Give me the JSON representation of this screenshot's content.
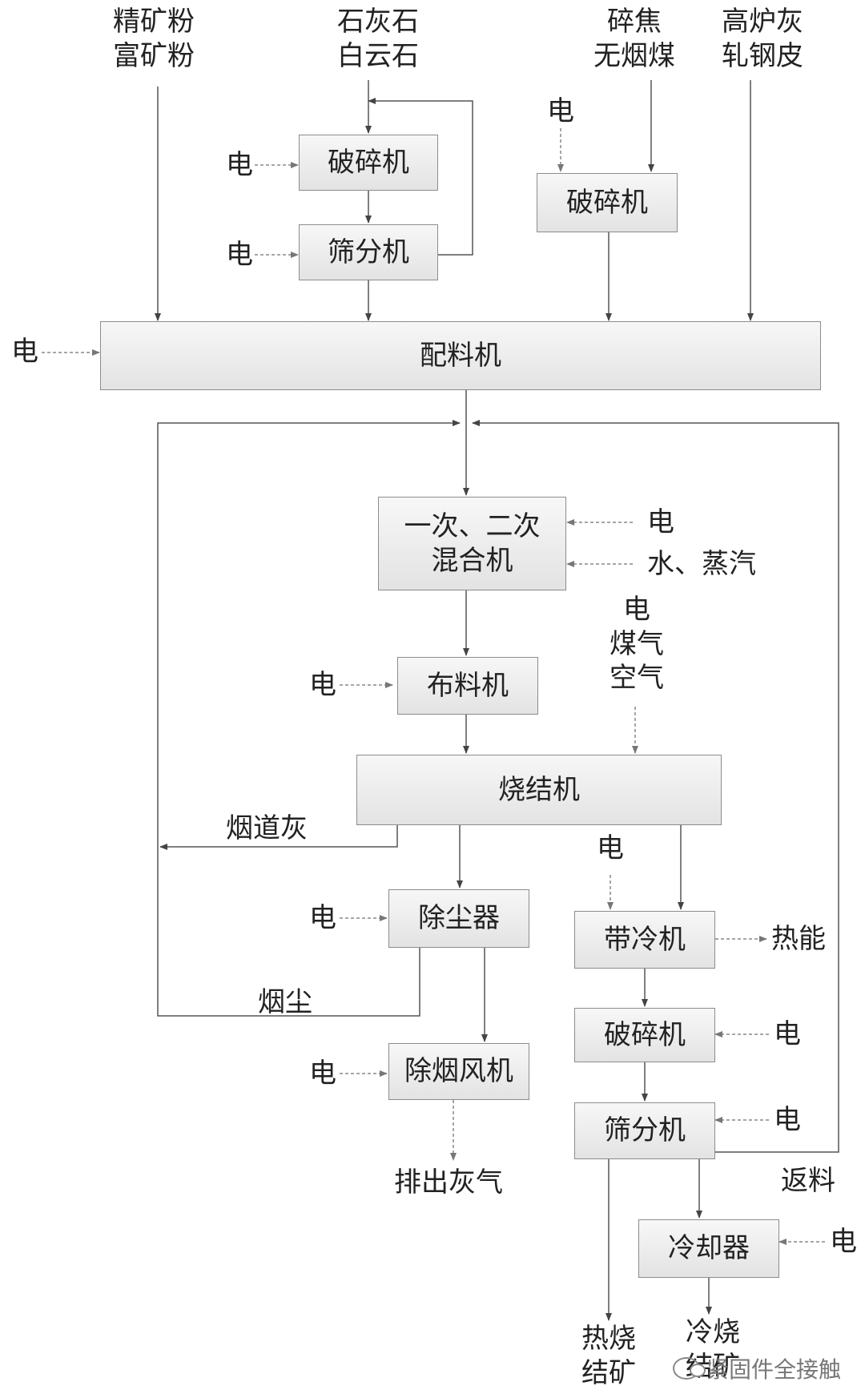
{
  "inputs": {
    "ore": "精矿粉\n富矿粉",
    "flux": "石灰石\n白云石",
    "fuel": "碎焦\n无烟煤",
    "ash": "高炉灰\n轧钢皮"
  },
  "power": "电",
  "water_steam": "水、蒸汽",
  "sinter_inputs": "电\n煤气\n空气",
  "machines": {
    "crusher": "破碎机",
    "screener": "筛分机",
    "batching": "配料机",
    "mixer": "一次、二次\n混合机",
    "feeder": "布料机",
    "sinter": "烧结机",
    "dust_collector": "除尘器",
    "fan": "除烟风机",
    "belt_cooler": "带冷机",
    "cooler": "冷却器"
  },
  "outputs": {
    "flue_ash": "烟道灰",
    "smoke_dust": "烟尘",
    "exhaust": "排出灰气",
    "heat": "热能",
    "return": "返料",
    "hot_sinter": "热烧\n结矿",
    "cold_sinter": "冷烧\n结矿"
  },
  "watermark": "紧固件全接触"
}
